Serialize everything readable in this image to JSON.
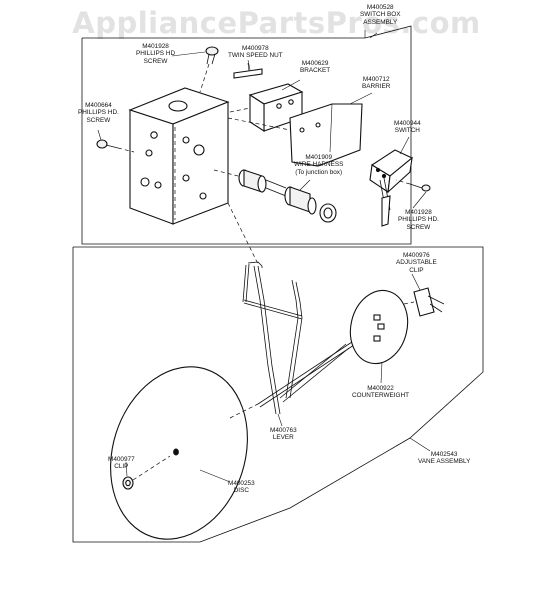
{
  "watermark": "AppliancePartsPros.com",
  "labels": {
    "switch_box_assembly": {
      "code": "M400528",
      "name1": "SWITCH BOX",
      "name2": "ASSEMBLY"
    },
    "phillips_hd_screw_top": {
      "code": "M401928",
      "name1": "PHILLIPS HD",
      "name2": "SCREW"
    },
    "twin_speed_nut": {
      "code": "M400978",
      "name1": "TWIN SPEED NUT"
    },
    "bracket": {
      "code": "M400629",
      "name1": "BRACKET"
    },
    "barrier": {
      "code": "M400712",
      "name1": "BARRIER"
    },
    "phillips_hd_screw_left": {
      "code": "M400664",
      "name1": "PHILLIPS HD.",
      "name2": "SCREW"
    },
    "switch": {
      "code": "M400944",
      "name1": "SWITCH"
    },
    "wire_harness": {
      "code": "M401909",
      "name1": "WIRE HARNESS",
      "name2": "(To junction box)"
    },
    "phillips_hd_screw_right": {
      "code": "M401928",
      "name1": "PHILLIPS HD.",
      "name2": "SCREW"
    },
    "adjustable_clip": {
      "code": "M400976",
      "name1": "ADJUSTABLE",
      "name2": "CLIP"
    },
    "counterweight": {
      "code": "M400922",
      "name1": "COUNTERWEIGHT"
    },
    "lever": {
      "code": "M400763",
      "name1": "LEVER"
    },
    "vane_assembly": {
      "code": "M402543",
      "name1": "VANE ASSEMBLY"
    },
    "clip": {
      "code": "M400977",
      "name1": "CLIP"
    },
    "disc": {
      "code": "M400253",
      "name1": "DISC"
    }
  }
}
